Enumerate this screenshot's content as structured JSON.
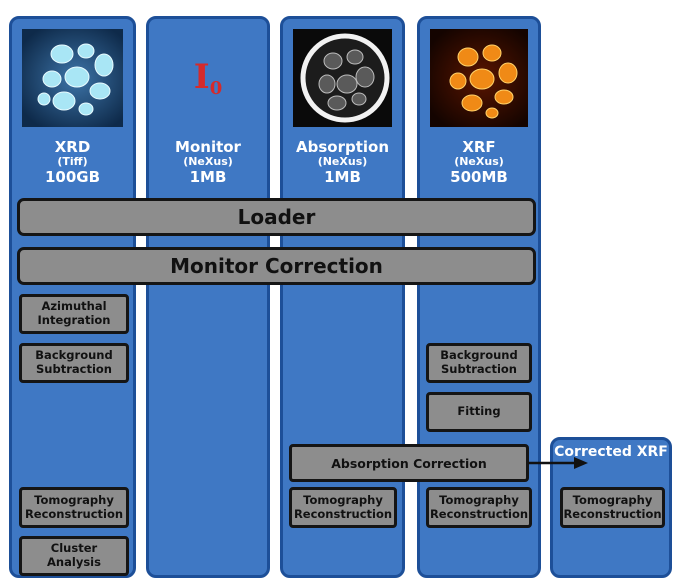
{
  "columns": [
    {
      "name": "XRD",
      "format": "(Tiff)",
      "size": "100GB",
      "thumb": "xrd-diffraction-image"
    },
    {
      "name": "Monitor",
      "format": "(NeXus)",
      "size": "1MB",
      "symbol": "I",
      "symbol_sub": "0"
    },
    {
      "name": "Absorption",
      "format": "(NeXus)",
      "size": "1MB",
      "thumb": "absorption-tomogram-image"
    },
    {
      "name": "XRF",
      "format": "(NeXus)",
      "size": "500MB",
      "thumb": "xrf-map-image"
    }
  ],
  "bars": {
    "loader": "Loader",
    "monitor_correction": "Monitor Correction",
    "absorption_correction": "Absorption Correction"
  },
  "xrd_steps": {
    "azimuthal": "Azimuthal Integration",
    "background": "Background Subtraction",
    "tomography": "Tomography Reconstruction",
    "cluster": "Cluster Analysis"
  },
  "absorption_steps": {
    "tomography": "Tomography Reconstruction"
  },
  "xrf_steps": {
    "background": "Background Subtraction",
    "fitting": "Fitting",
    "tomography": "Tomography Reconstruction"
  },
  "corrected": {
    "title": "Corrected XRF",
    "tomography": "Tomography Reconstruction"
  },
  "colors": {
    "column_fill": "#3f78c4",
    "column_border": "#1d4f98",
    "step_fill": "#8d8d8d",
    "monitor_symbol": "#d52a2a"
  }
}
